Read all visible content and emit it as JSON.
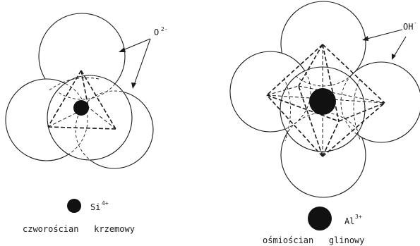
{
  "tetrahedron": {
    "anion_label": "O",
    "anion_charge": "2-",
    "cation_label": "Si",
    "cation_charge": "4+",
    "caption": "czworościan   krzemowy"
  },
  "octahedron": {
    "anion_label": "OH",
    "anion_charge": "-",
    "cation_label": "Al",
    "cation_charge": "3+",
    "caption": "ośmiościan   glinowy"
  },
  "colors": {
    "ink": "#1a1a1a",
    "ion_fill": "#111111",
    "background": "#ffffff"
  }
}
